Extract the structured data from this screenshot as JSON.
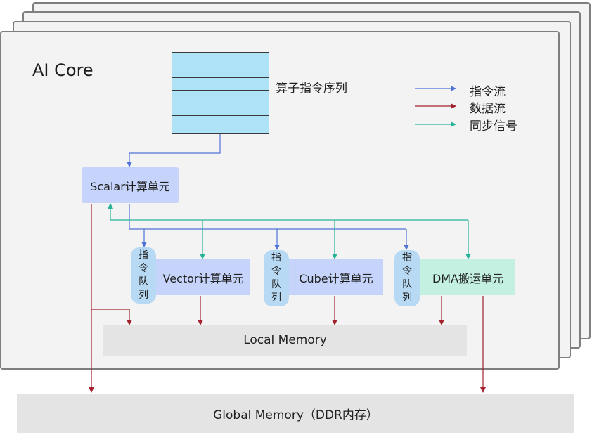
{
  "core": {
    "title": "AI Core"
  },
  "op_sequence": {
    "label": "算子指令序列",
    "rows": 6
  },
  "legend": {
    "items": [
      {
        "label": "指令流",
        "color": "#4e72d6"
      },
      {
        "label": "数据流",
        "color": "#a3222d"
      },
      {
        "label": "同步信号",
        "color": "#27b39a"
      }
    ]
  },
  "units": {
    "scalar": "Scalar计算单元",
    "vector": "Vector计算单元",
    "cube": "Cube计算单元",
    "dma": "DMA搬运单元"
  },
  "queue": {
    "chars": [
      "指",
      "令",
      "队",
      "列"
    ]
  },
  "memory": {
    "local": "Local Memory",
    "global": "Global Memory（DDR内存）"
  },
  "colors": {
    "instruction": "#4e72d6",
    "data": "#a3222d",
    "sync": "#27b39a",
    "unit_blue": "#c6d4fb",
    "unit_green": "#c3f0e0",
    "queue": "#b8d9f3",
    "memory": "#e4e4e4"
  }
}
